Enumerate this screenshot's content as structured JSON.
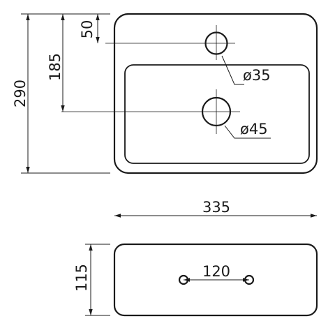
{
  "dimensions": {
    "height_total": "290",
    "small_hole_offset": "50",
    "large_hole_offset": "185",
    "width_total": "335",
    "small_hole_diameter": "ø35",
    "large_hole_diameter": "ø45",
    "depth": "115",
    "drain_spacing": "120"
  },
  "colors": {
    "line": "#1a1a1a",
    "background": "#ffffff"
  }
}
